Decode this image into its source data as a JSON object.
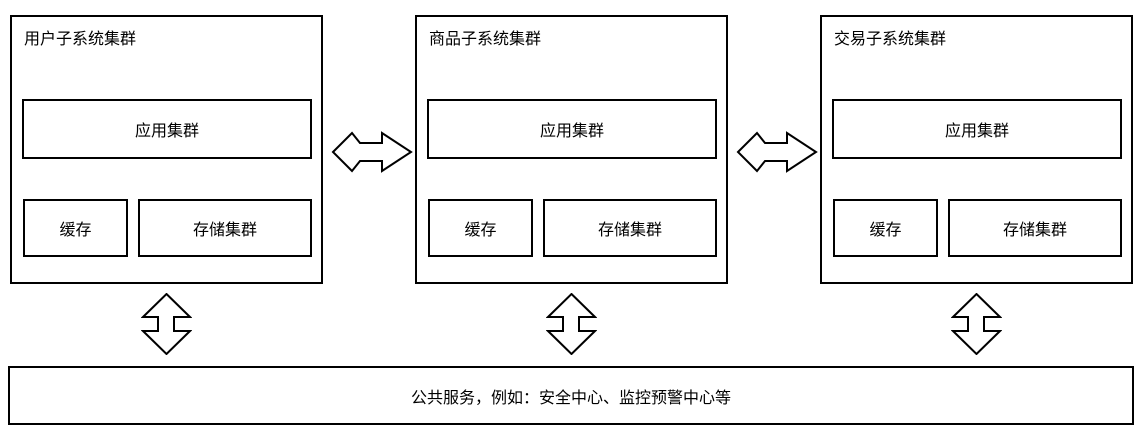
{
  "diagram": {
    "clusters": [
      {
        "title": "用户子系统集群",
        "app_label": "应用集群",
        "cache_label": "缓存",
        "storage_label": "存储集群"
      },
      {
        "title": "商品子系统集群",
        "app_label": "应用集群",
        "cache_label": "缓存",
        "storage_label": "存储集群"
      },
      {
        "title": "交易子系统集群",
        "app_label": "应用集群",
        "cache_label": "缓存",
        "storage_label": "存储集群"
      }
    ],
    "shared_services_label": "公共服务，例如：安全中心、监控预警中心等",
    "icons": {
      "horizontal_arrow": "double-arrow-horizontal",
      "vertical_arrow": "double-arrow-vertical"
    },
    "colors": {
      "border": "#000000",
      "fill": "#ffffff",
      "text": "#000000"
    }
  }
}
